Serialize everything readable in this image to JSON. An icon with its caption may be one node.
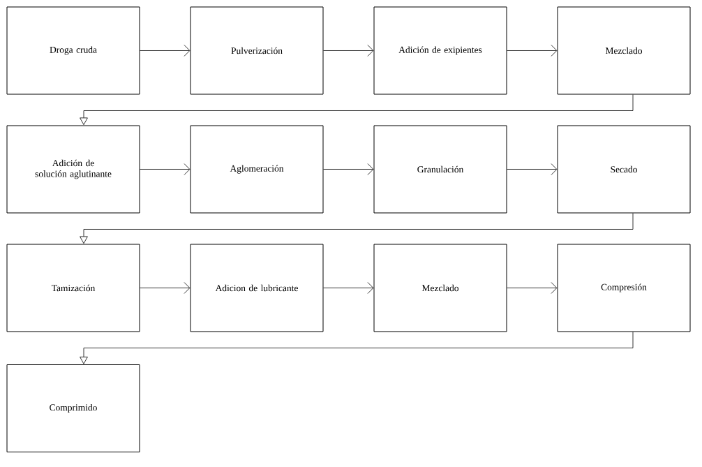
{
  "diagram": {
    "nodes": [
      {
        "text": [
          "Droga cruda"
        ]
      },
      {
        "text": [
          "Pulverización"
        ]
      },
      {
        "text": [
          "Adición de exipientes"
        ]
      },
      {
        "text": [
          "Mezclado"
        ]
      },
      {
        "text": [
          "Adición de solución aglutinante"
        ]
      },
      {
        "text": [
          "Aglomeración"
        ]
      },
      {
        "text": [
          "Granulación"
        ]
      },
      {
        "text": [
          "Secado"
        ]
      },
      {
        "text": [
          "Tamización"
        ]
      },
      {
        "text": [
          "Adicion de lubricante"
        ]
      },
      {
        "text": [
          "Mezclado"
        ]
      },
      {
        "text": [
          "Compresión"
        ]
      },
      {
        "text": [
          "Comprimido"
        ]
      }
    ],
    "edges": [
      {
        "from": 0,
        "to": 1,
        "arrow": "to"
      },
      {
        "from": 1,
        "to": 2,
        "arrow": "to"
      },
      {
        "from": 2,
        "to": 3,
        "arrow": "to"
      },
      {
        "from": 3,
        "to": 4,
        "arrow": "to"
      },
      {
        "from": 4,
        "to": 5,
        "arrow": "to"
      },
      {
        "from": 5,
        "to": 6,
        "arrow": "to"
      },
      {
        "from": 6,
        "to": 7,
        "arrow": "to"
      },
      {
        "from": 7,
        "to": 8,
        "arrow": "to"
      },
      {
        "from": 8,
        "to": 9,
        "arrow": "to"
      },
      {
        "from": 9,
        "to": 10,
        "arrow": "to"
      },
      {
        "from": 10,
        "to": 11,
        "arrow": "to"
      },
      {
        "from": 11,
        "to": 12,
        "arrow": "to"
      }
    ]
  }
}
